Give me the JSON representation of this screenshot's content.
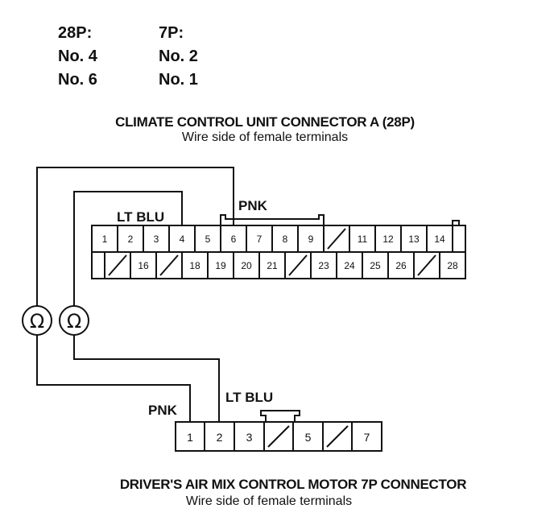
{
  "pin_table": {
    "header": [
      "28P:",
      "7P:"
    ],
    "rows": [
      [
        "No. 4",
        "No. 2"
      ],
      [
        "No. 6",
        "No. 1"
      ]
    ]
  },
  "connector_a": {
    "title": "CLIMATE CONTROL UNIT CONNECTOR A (28P)",
    "subtitle": "Wire side of female terminals",
    "top_row": [
      "1",
      "2",
      "3",
      "4",
      "5",
      "6",
      "7",
      "8",
      "9",
      "",
      "11",
      "12",
      "13",
      "14"
    ],
    "bottom_row": [
      "",
      "",
      "16",
      "",
      "18",
      "19",
      "20",
      "21",
      "",
      "23",
      "24",
      "25",
      "26",
      "",
      "28"
    ]
  },
  "motor_connector": {
    "title": "DRIVER'S AIR MIX CONTROL MOTOR 7P CONNECTOR",
    "subtitle": "Wire side of female terminals",
    "row": [
      "1",
      "2",
      "3",
      "",
      "5",
      "",
      "7"
    ]
  },
  "wires": {
    "upper_pnk": "PNK",
    "upper_ltblu": "LT BLU",
    "lower_pnk": "PNK",
    "lower_ltblu": "LT BLU"
  },
  "meters": {
    "symbol": "Ω"
  }
}
